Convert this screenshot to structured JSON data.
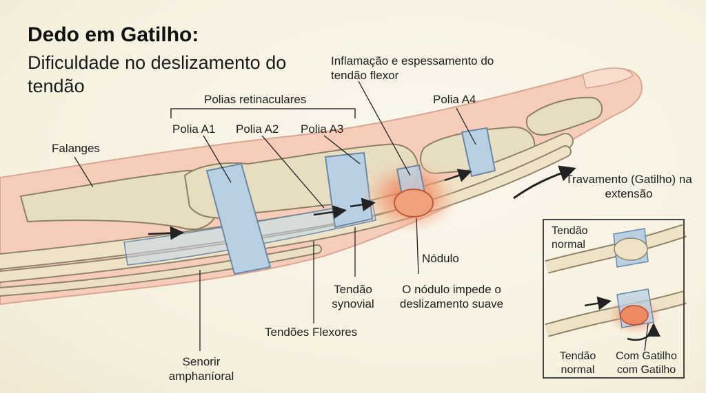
{
  "title": "Dedo em Gatilho:",
  "subtitle": "Dificuldade no deslizamento do tendão",
  "labels": {
    "pulleys_group": "Polias retinaculares",
    "pulley_a1": "Polia A1",
    "pulley_a2": "Polia A2",
    "pulley_a3": "Polia A3",
    "pulley_a4": "Polia A4",
    "phalanges": "Falanges",
    "inflammation": "Inflamação e espessamento do tendão flexor",
    "locking": "Travamento (Gatilho) na extensão",
    "nodule": "Nódulo",
    "nodule_note": "O nódulo impede o deslizamento suave",
    "synovial": "Tendão synovial",
    "flexor_tendons": "Tendões Flexores",
    "sheath": "Senorir amphaníoral"
  },
  "inset": {
    "normal_top": "Tendão normal",
    "normal_bottom": "Tendão normal",
    "trigger": "Com Gatilho com Gatilho"
  },
  "colors": {
    "skin": "#f4cbb8",
    "bone": "#e6dcc0",
    "pulley": "#b8cfe2",
    "tendon": "#efe3c7",
    "inflammation": "#ef7a52"
  }
}
